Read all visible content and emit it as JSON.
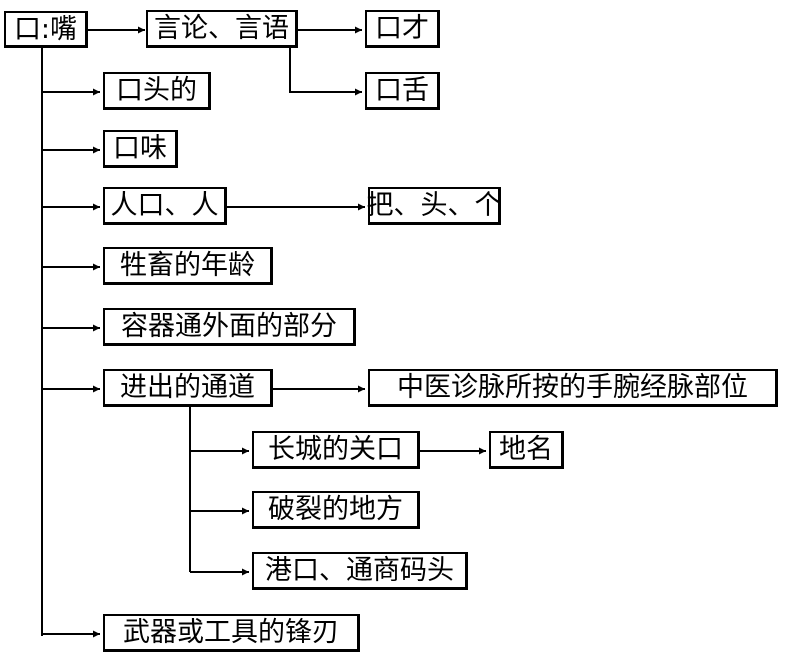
{
  "nodes": [
    {
      "id": "root",
      "label": "口:嘴"
    },
    {
      "id": "n_yanlun",
      "label": "言论、言语"
    },
    {
      "id": "n_koucai",
      "label": "口才"
    },
    {
      "id": "n_koushe",
      "label": "口舌"
    },
    {
      "id": "n_koutou",
      "label": "口头的"
    },
    {
      "id": "n_kouwei",
      "label": "口味"
    },
    {
      "id": "n_renkou",
      "label": "人口、人"
    },
    {
      "id": "n_ba",
      "label": "把、头、个"
    },
    {
      "id": "n_shengchu",
      "label": "牲畜的年龄"
    },
    {
      "id": "n_rongqi",
      "label": "容器通外面的部分"
    },
    {
      "id": "n_jinchu",
      "label": "进出的通道"
    },
    {
      "id": "n_zhongyi",
      "label": "中医诊脉所按的手腕经脉部位"
    },
    {
      "id": "n_changcheng",
      "label": "长城的关口"
    },
    {
      "id": "n_diming",
      "label": "地名"
    },
    {
      "id": "n_polie",
      "label": "破裂的地方"
    },
    {
      "id": "n_gangkou",
      "label": "港口、通商码头"
    },
    {
      "id": "n_wuqi",
      "label": "武器或工具的锋刃"
    }
  ],
  "edges": [
    [
      "root",
      "n_yanlun"
    ],
    [
      "n_yanlun",
      "n_koucai"
    ],
    [
      "n_yanlun",
      "n_koushe"
    ],
    [
      "root",
      "n_koutou"
    ],
    [
      "root",
      "n_kouwei"
    ],
    [
      "root",
      "n_renkou"
    ],
    [
      "n_renkou",
      "n_ba"
    ],
    [
      "root",
      "n_shengchu"
    ],
    [
      "root",
      "n_rongqi"
    ],
    [
      "root",
      "n_jinchu"
    ],
    [
      "n_jinchu",
      "n_zhongyi"
    ],
    [
      "n_jinchu",
      "n_changcheng"
    ],
    [
      "n_changcheng",
      "n_diming"
    ],
    [
      "n_jinchu",
      "n_polie"
    ],
    [
      "n_jinchu",
      "n_gangkou"
    ],
    [
      "root",
      "n_wuqi"
    ]
  ]
}
